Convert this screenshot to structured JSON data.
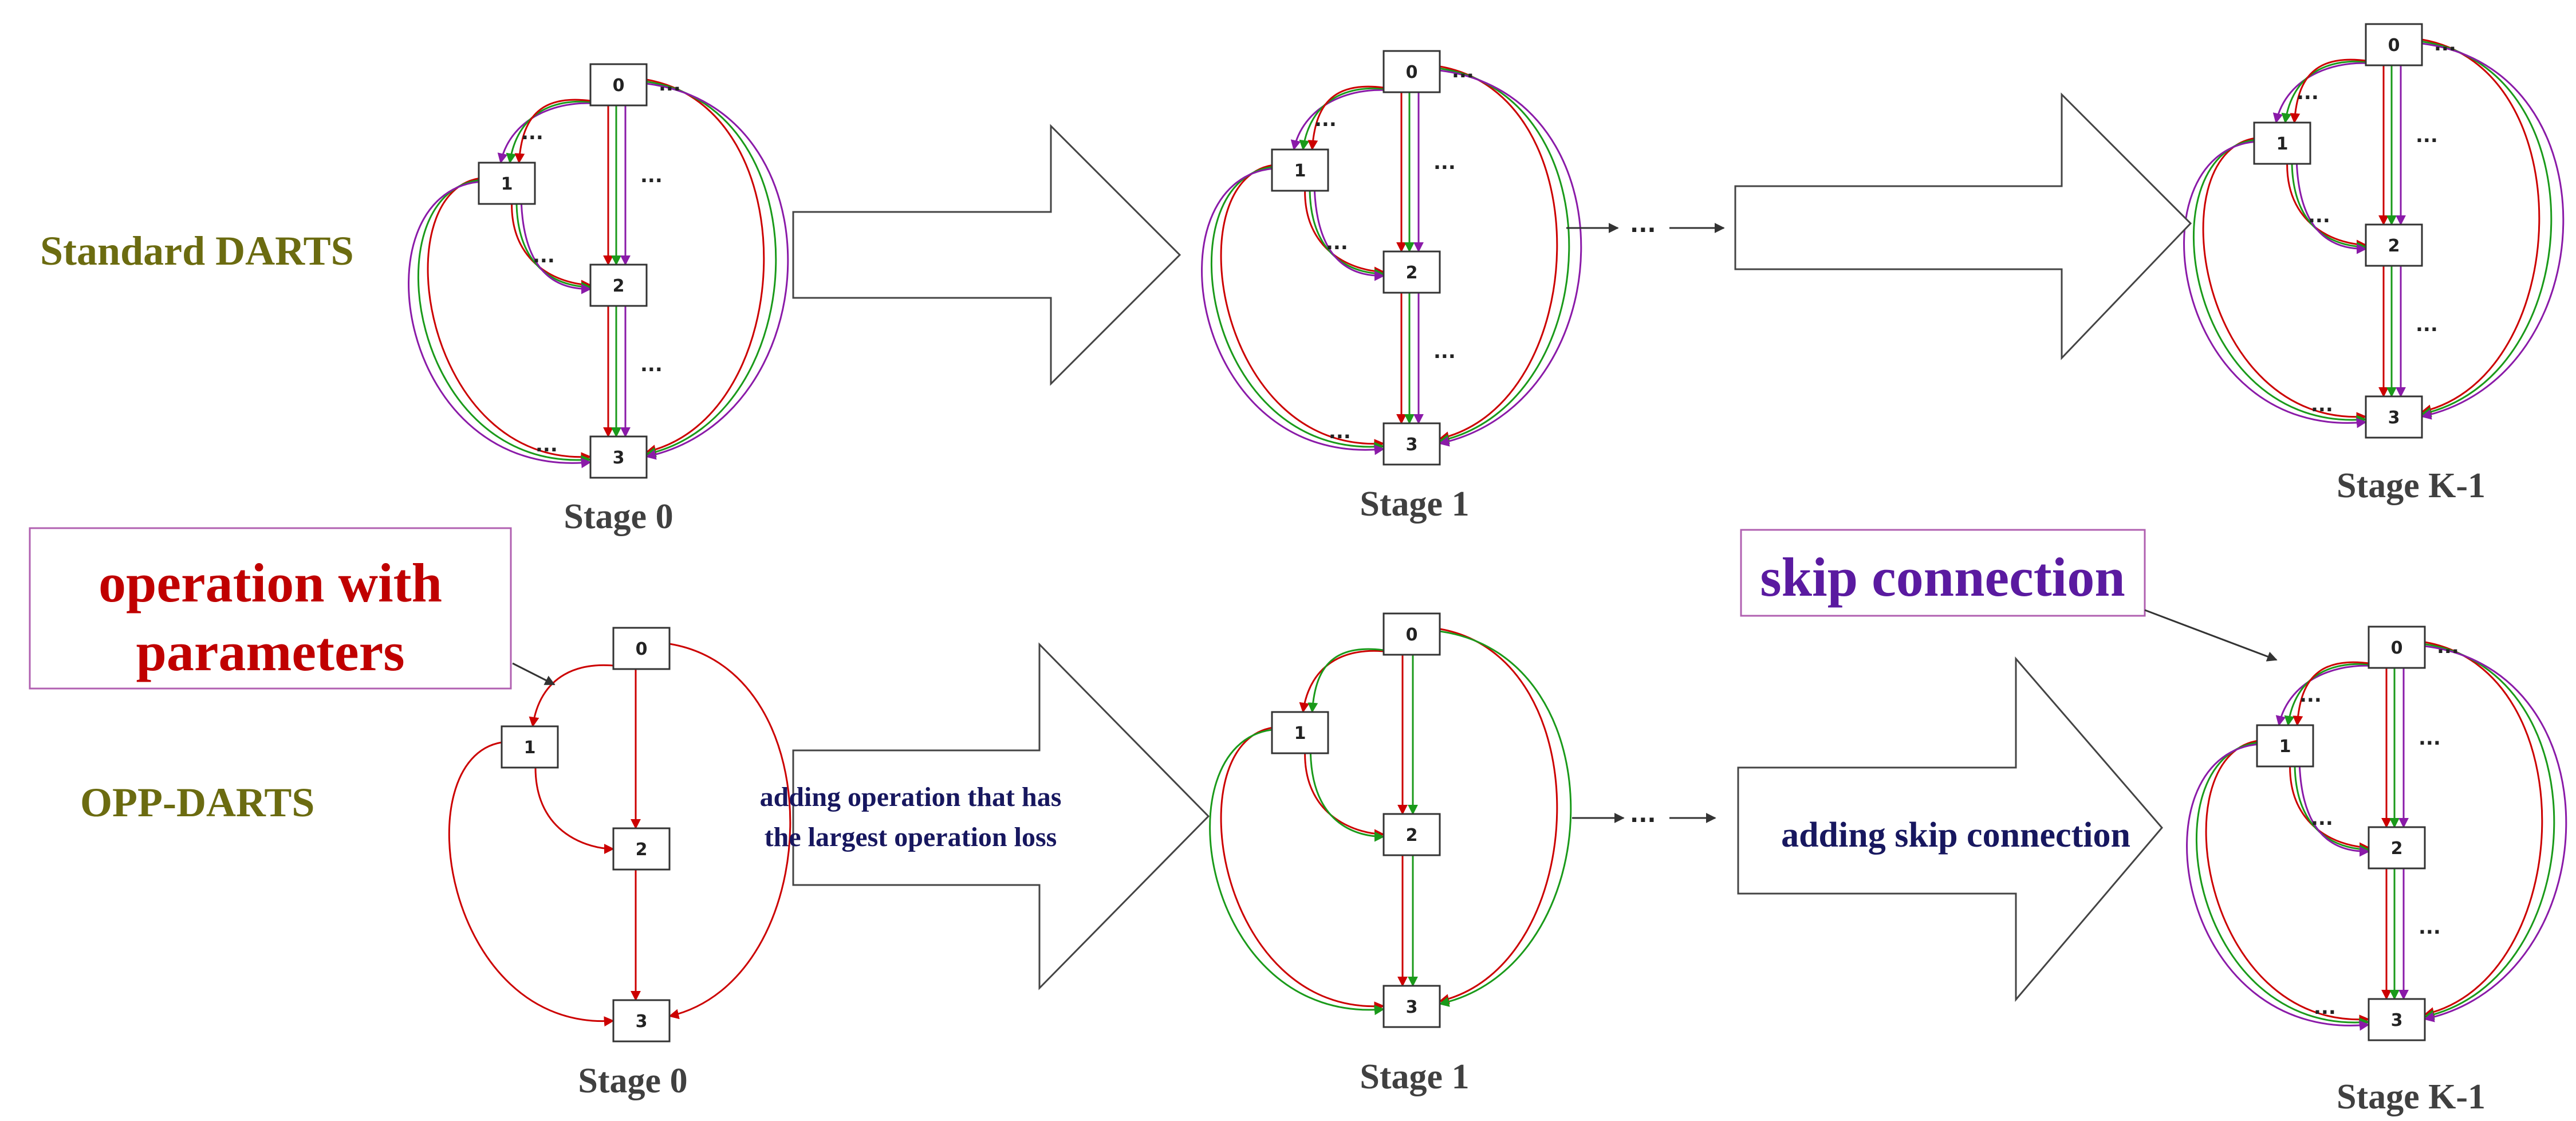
{
  "row_labels": {
    "standard": "Standard DARTS",
    "opp": "OPP-DARTS"
  },
  "stage_labels": {
    "s0": "Stage 0",
    "s1": "Stage 1",
    "sk": "Stage K-1"
  },
  "node_labels": [
    "0",
    "1",
    "2",
    "3"
  ],
  "edge_ellipsis": "...",
  "flow_ellipsis": "...",
  "arrow_texts": {
    "adding_op_line1": "adding operation that has",
    "adding_op_line2": "the largest operation loss",
    "adding_skip": "adding skip connection"
  },
  "callouts": {
    "operation_line1": "operation with",
    "operation_line2": "parameters",
    "skip": "skip connection"
  },
  "colors": {
    "parametric_op": "#cc0000",
    "op_green": "#1a9a1a",
    "skip_connection": "#8a1aa8",
    "row_label": "#6b6b10"
  }
}
